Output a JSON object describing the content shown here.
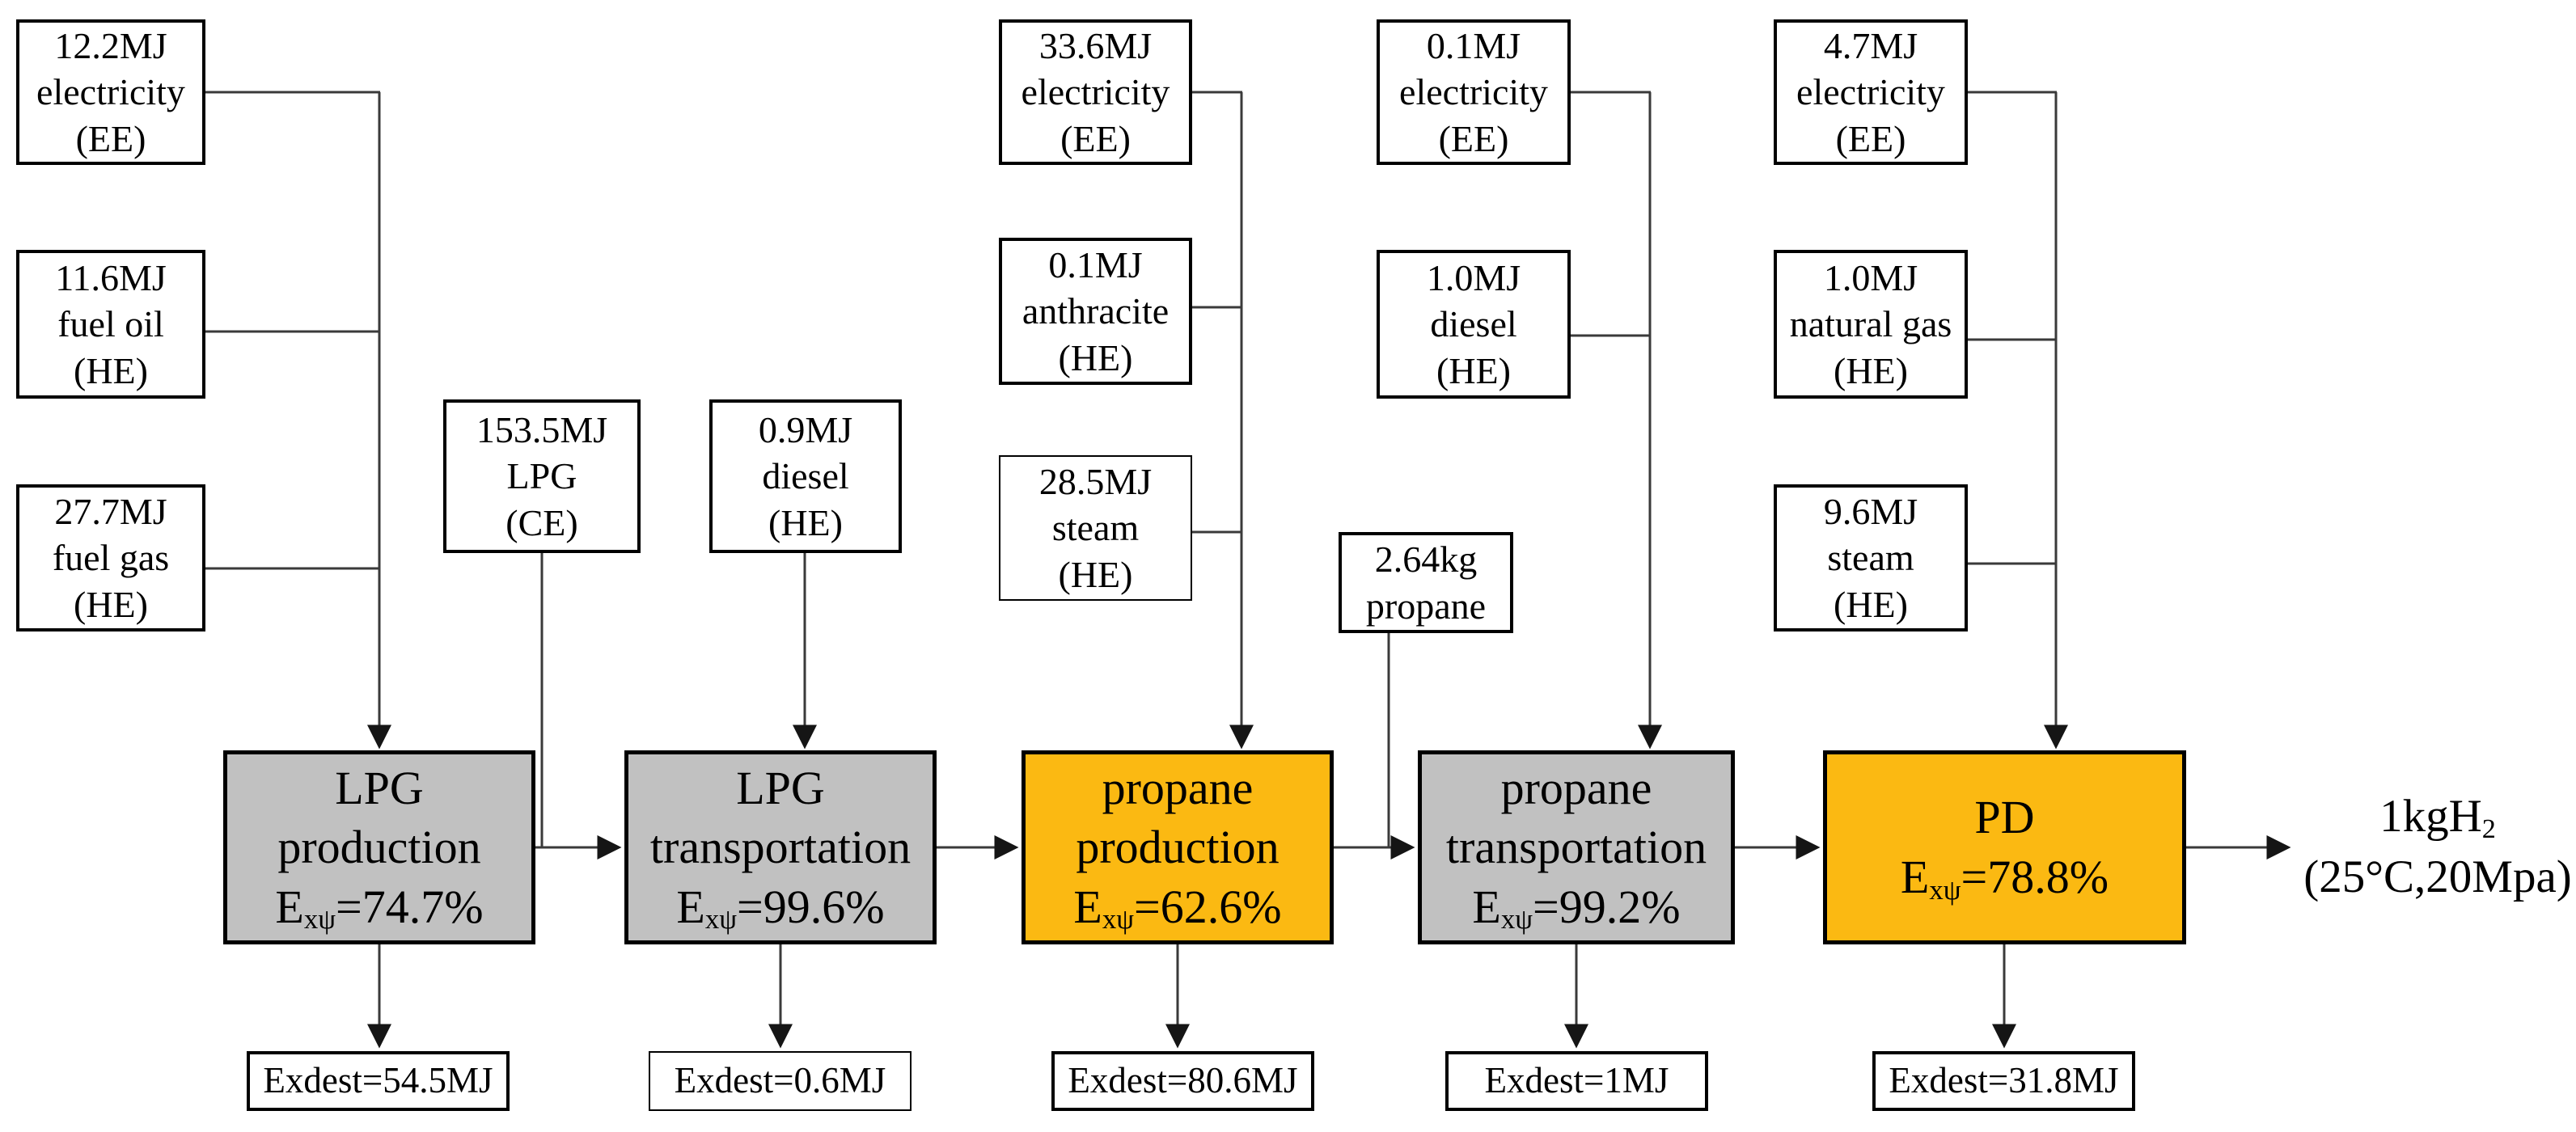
{
  "styles": {
    "gray_bg": "background:#C1C1C1",
    "orange_bg": "background:#FBB912"
  },
  "colors": {
    "process_gray": "#C1C1C1",
    "process_orange": "#FBB912",
    "box_border": "#000000",
    "connector_line": "#3A3A3A"
  },
  "diagram": {
    "inputs": [
      [
        "12.2MJ",
        "electricity",
        "(EE)"
      ],
      [
        "11.6MJ",
        "fuel oil",
        "(HE)"
      ],
      [
        "27.7MJ",
        "fuel gas",
        "(HE)"
      ],
      [
        "153.5MJ",
        "LPG",
        "(CE)"
      ],
      [
        "0.9MJ",
        "diesel",
        "(HE)"
      ],
      [
        "33.6MJ",
        "electricity",
        "(EE)"
      ],
      [
        "0.1MJ",
        "anthracite",
        "(HE)"
      ],
      [
        "28.5MJ",
        "steam",
        "(HE)"
      ],
      [
        "2.64kg",
        "propane"
      ],
      [
        "0.1MJ",
        "electricity",
        "(EE)"
      ],
      [
        "1.0MJ",
        "diesel",
        "(HE)"
      ],
      [
        "4.7MJ",
        "electricity",
        "(EE)"
      ],
      [
        "1.0MJ",
        "natural gas",
        "(HE)"
      ],
      [
        "9.6MJ",
        "steam",
        "(HE)"
      ]
    ],
    "processes": [
      {
        "name1": "LPG",
        "name2": "production",
        "e_prefix": "E",
        "e_sub": "xψ",
        "e_rest": "=74.7%"
      },
      {
        "name1": "LPG",
        "name2": "transportation",
        "e_prefix": "E",
        "e_sub": "xψ",
        "e_rest": "=99.6%"
      },
      {
        "name1": "propane",
        "name2": "production",
        "e_prefix": "E",
        "e_sub": "xψ",
        "e_rest": "=62.6%"
      },
      {
        "name1": "propane",
        "name2": "transportation",
        "e_prefix": "E",
        "e_sub": "xψ",
        "e_rest": "=99.2%"
      },
      {
        "name1": "PD",
        "e_prefix": "E",
        "e_sub": "xψ",
        "e_rest": "=78.8%"
      }
    ],
    "exdest": [
      "Exdest=54.5MJ",
      "Exdest=0.6MJ",
      "Exdest=80.6MJ",
      "Exdest=1MJ",
      "Exdest=31.8MJ"
    ],
    "output": {
      "h2_main": "1kgH",
      "h2_sub": "2",
      "conditions": "(25°C,20Mpa)"
    }
  }
}
